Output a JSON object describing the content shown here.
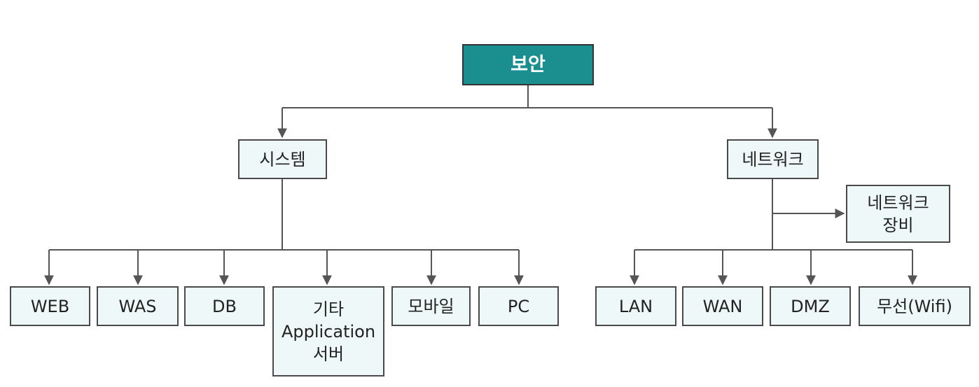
{
  "diagram": {
    "root": {
      "label": "보안"
    },
    "branches": [
      {
        "label": "시스템",
        "children": [
          "WEB",
          "WAS",
          "DB",
          "기타\nApplication\n서버",
          "모바일",
          "PC"
        ]
      },
      {
        "label": "네트워크",
        "side_child": "네트워크\n장비",
        "children": [
          "LAN",
          "WAN",
          "DMZ",
          "무선(Wifi)"
        ]
      }
    ]
  },
  "colors": {
    "root_fill": "#1b8f8f",
    "node_fill": "#eef8f8",
    "line": "#555555"
  }
}
